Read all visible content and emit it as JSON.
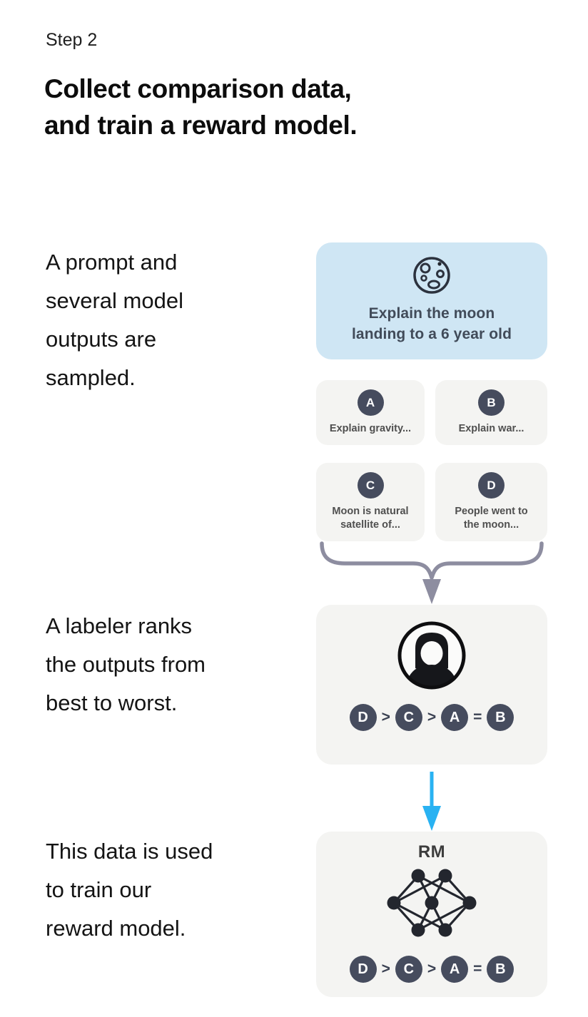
{
  "header": {
    "step_label": "Step 2",
    "title": "Collect comparison data,\nand train a reward model."
  },
  "captions": [
    {
      "text": "A prompt and\nseveral model\noutputs are\nsampled."
    },
    {
      "text": "A labeler ranks\nthe outputs from\nbest to worst."
    },
    {
      "text": "This data is used\nto train our\nreward model."
    }
  ],
  "prompt_box": {
    "icon": "moon-icon",
    "text": "Explain the moon\nlanding to a 6 year old"
  },
  "options": [
    {
      "letter": "A",
      "text": "Explain gravity..."
    },
    {
      "letter": "B",
      "text": "Explain war..."
    },
    {
      "letter": "C",
      "text": "Moon is natural\nsatellite of..."
    },
    {
      "letter": "D",
      "text": "People went to\nthe moon..."
    }
  ],
  "ranking": [
    "D",
    ">",
    "C",
    ">",
    "A",
    "=",
    "B"
  ],
  "reward_model": {
    "label": "RM"
  },
  "colors": {
    "prompt_box_bg": "#cfe6f4",
    "card_bg": "#f4f4f2",
    "badge_bg": "#464c5e",
    "arrow_blue": "#29b2f2",
    "brace_gray": "#8d8da0"
  }
}
